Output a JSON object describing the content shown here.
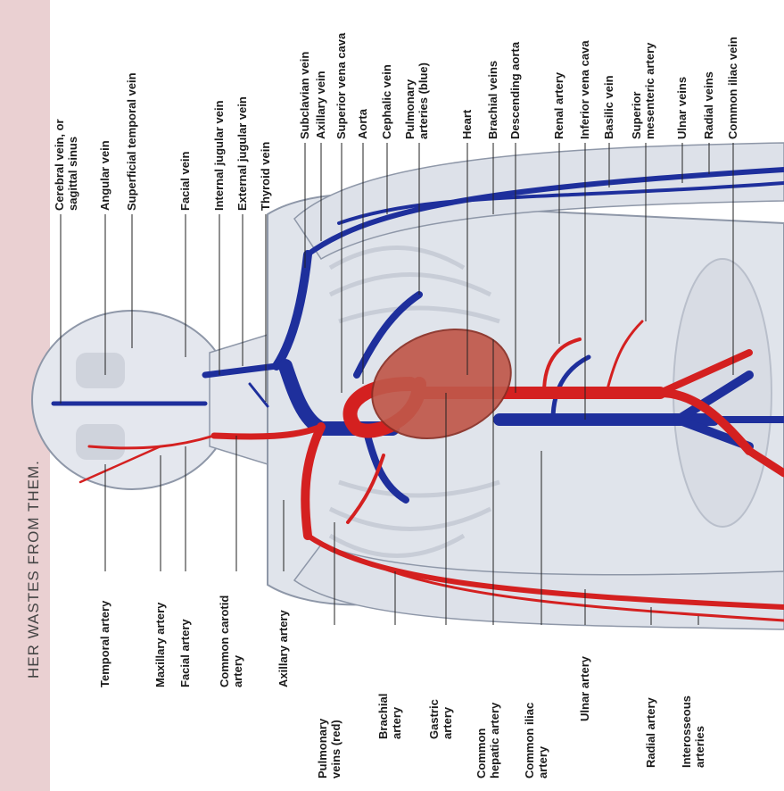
{
  "sidebar": {
    "text": "HER WASTES FROM THEM."
  },
  "labels_top": [
    [
      "Cerebral vein, or",
      "sagittal sinus"
    ],
    [
      "Angular vein"
    ],
    [
      "Superficial temporal vein"
    ],
    [
      "Facial vein"
    ],
    [
      "Internal jugular vein"
    ],
    [
      "External jugular vein"
    ],
    [
      "Thyroid vein"
    ],
    [
      "Subclavian vein"
    ],
    [
      "Axillary vein"
    ],
    [
      "Superior vena cava"
    ],
    [
      "Aorta"
    ],
    [
      "Cephalic vein"
    ],
    [
      "Pulmonary",
      "arteries (blue)"
    ],
    [
      "Heart"
    ],
    [
      "Brachial veins"
    ],
    [
      "Descending aorta"
    ],
    [
      "Renal artery"
    ],
    [
      "Inferior vena cava"
    ],
    [
      "Basilic vein"
    ],
    [
      "Superior",
      "mesenteric artery"
    ],
    [
      "Ulnar veins"
    ],
    [
      "Radial veins"
    ],
    [
      "Common iliac vein"
    ]
  ],
  "labels_bottom": [
    [
      "Temporal artery"
    ],
    [
      "Maxillary artery"
    ],
    [
      "Facial artery"
    ],
    [
      "Common carotid",
      "artery"
    ],
    [
      "Axillary artery"
    ],
    [
      "Pulmonary",
      "veins (red)"
    ],
    [
      "Brachial",
      "artery"
    ],
    [
      "Gastric",
      "artery"
    ],
    [
      "Common",
      "hepatic artery"
    ],
    [
      "Common iliac",
      "artery"
    ],
    [
      "Ulnar artery"
    ],
    [
      "Radial artery"
    ],
    [
      "Interosseous",
      "arteries"
    ]
  ],
  "colors": {
    "artery": "#d42020",
    "vein": "#1e2f9c",
    "body": "#dfe3ea",
    "outline": "#8e97a8",
    "heart": "#c0584a",
    "sidebar": "#ead0d2"
  }
}
